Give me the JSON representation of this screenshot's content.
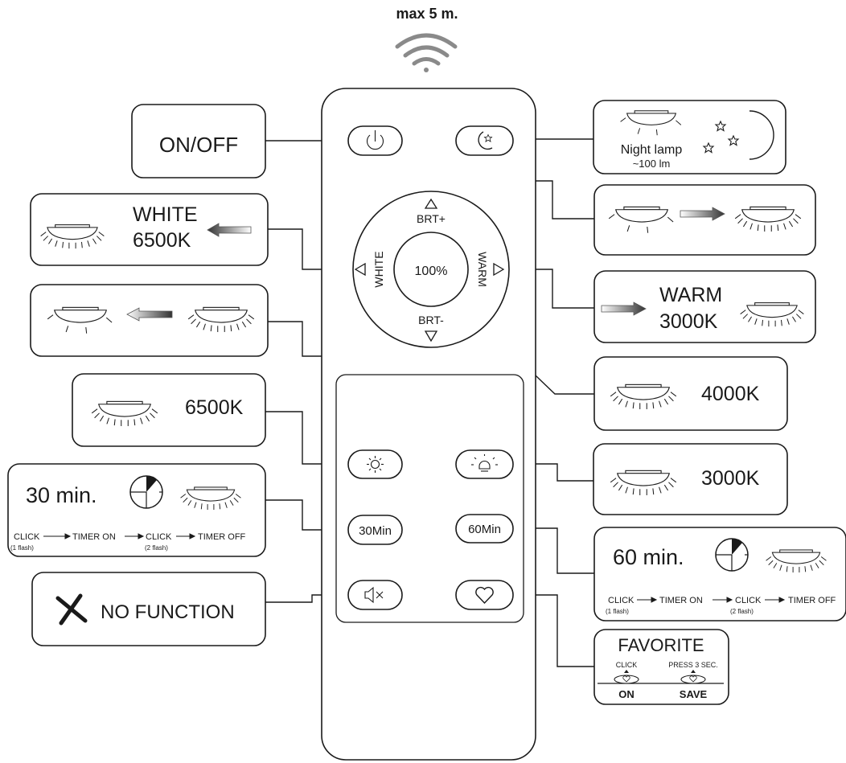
{
  "range_label": "max 5 m.",
  "dpad": {
    "center": "100%",
    "up": "BRT+",
    "down": "BRT-",
    "left": "WHITE",
    "right": "WARM"
  },
  "remote_buttons": {
    "timer_30": "30Min",
    "timer_60": "60Min",
    "power_icon": "power-icon",
    "night_icon": "moon-star-icon",
    "cool_icon": "sun-icon",
    "warm_icon": "bulb-icon",
    "mute_icon": "mute-speaker-icon",
    "favorite_icon": "heart-icon"
  },
  "callouts": {
    "on_off": "ON/OFF",
    "night_lamp": "Night lamp",
    "night_lamp_lm": "~100 lm",
    "white_title": "WHITE",
    "white_k": "6500K",
    "warm_title": "WARM",
    "warm_k": "3000K",
    "k4000": "4000K",
    "k6500": "6500K",
    "k3000": "3000K",
    "timer30_label": "30 min.",
    "timer60_label": "60 min.",
    "click": "CLICK",
    "timer_on": "TIMER ON",
    "timer_off": "TIMER OFF",
    "flash1": "(1 flash)",
    "flash2": "(2 flash)",
    "no_function": "NO FUNCTION",
    "favorite_title": "FAVORITE",
    "fav_click": "CLICK",
    "fav_press": "PRESS 3 SEC.",
    "fav_on": "ON",
    "fav_save": "SAVE"
  }
}
